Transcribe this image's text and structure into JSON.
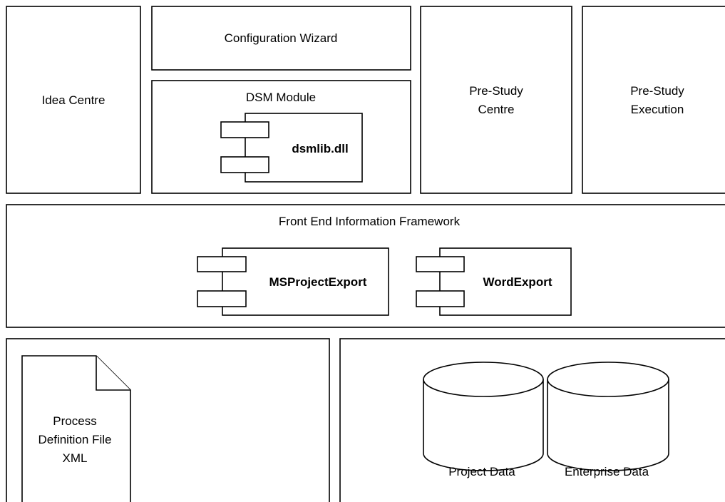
{
  "modules": {
    "idea_centre": "Idea Centre",
    "configuration_wizard": "Configuration Wizard",
    "dsm_module": "DSM Module",
    "pre_study_centre": [
      "Pre-Study",
      "Centre"
    ],
    "pre_study_execution": [
      "Pre-Study",
      "Execution"
    ]
  },
  "framework": {
    "title": "Front End Information Framework"
  },
  "components": {
    "dsmlib": "dsmlib.dll",
    "msproject_export": "MSProjectExport",
    "word_export": "WordExport"
  },
  "storage": {
    "process_definition_file": [
      "Process",
      "Definition File",
      "XML"
    ],
    "databases": [
      "Project Data",
      "Enterprise Data"
    ]
  }
}
